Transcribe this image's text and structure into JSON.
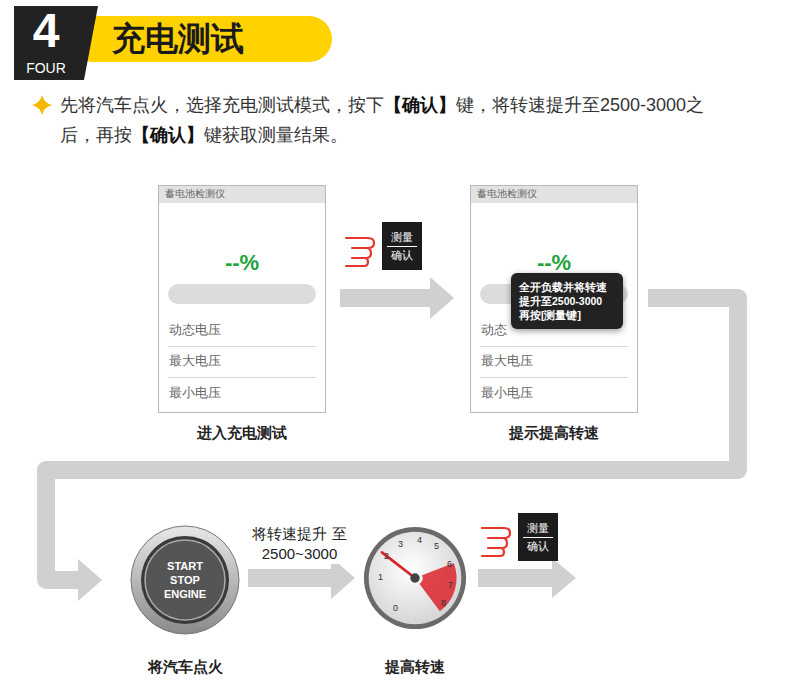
{
  "diagram": {
    "title": "充电测试",
    "nodes": [
      {
        "text": [
          "蓄电池检测仪",
          "--%",
          "动态电压",
          "最大电压",
          "最小电压",
          "进入充电测试"
        ]
      },
      {
        "text": [
          "测量",
          "确认"
        ]
      },
      {
        "text": [
          "蓄电池检测仪",
          "--%",
          "动态",
          "最大电压",
          "最小电压",
          "提示提高转速"
        ]
      },
      {
        "text": [
          "全开负载并将转速 提升至2500-3000 再按[测量键]"
        ],
        "in": 2
      },
      {
        "text": [
          "START STOP ENGINE",
          "将汽车点火"
        ]
      },
      {
        "text": [
          "提高转速"
        ]
      },
      {
        "text": [
          "测量",
          "确认"
        ]
      }
    ],
    "edges": [
      {
        "from": 0,
        "to": 2,
        "arrow": "to"
      },
      {
        "from": 2,
        "to": 4,
        "arrow": "to"
      },
      {
        "from": 4,
        "to": 5,
        "label": "将转速提升 至2500~3000",
        "arrow": "to"
      }
    ],
    "labels": [
      "4",
      "FOUR",
      "先将汽车点火，选择充电测试模式，按下",
      "【确认】",
      "键，将转速提升至2500-3000之后，再按",
      "【确认】",
      "键获取测量结果。",
      "0",
      "1",
      "2",
      "3",
      "4",
      "5",
      "6",
      "7",
      "8"
    ]
  }
}
